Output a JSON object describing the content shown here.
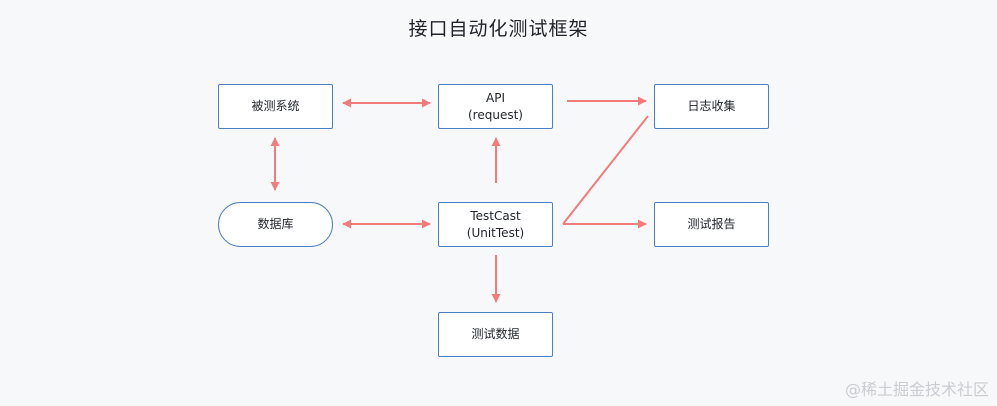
{
  "title": "接口自动化测试框架",
  "nodes": {
    "system_under_test": {
      "label": "被测系统"
    },
    "api": {
      "line1": "API",
      "line2": "(request)"
    },
    "log_collection": {
      "label": "日志收集"
    },
    "database": {
      "label": "数据库"
    },
    "testcast": {
      "line1": "TestCast",
      "line2": "(UnitTest)"
    },
    "test_report": {
      "label": "测试报告"
    },
    "test_data": {
      "label": "测试数据"
    }
  },
  "edge_color": "#f27c7c",
  "border_color": "#4a7fc1",
  "watermark": "@稀土掘金技术社区"
}
